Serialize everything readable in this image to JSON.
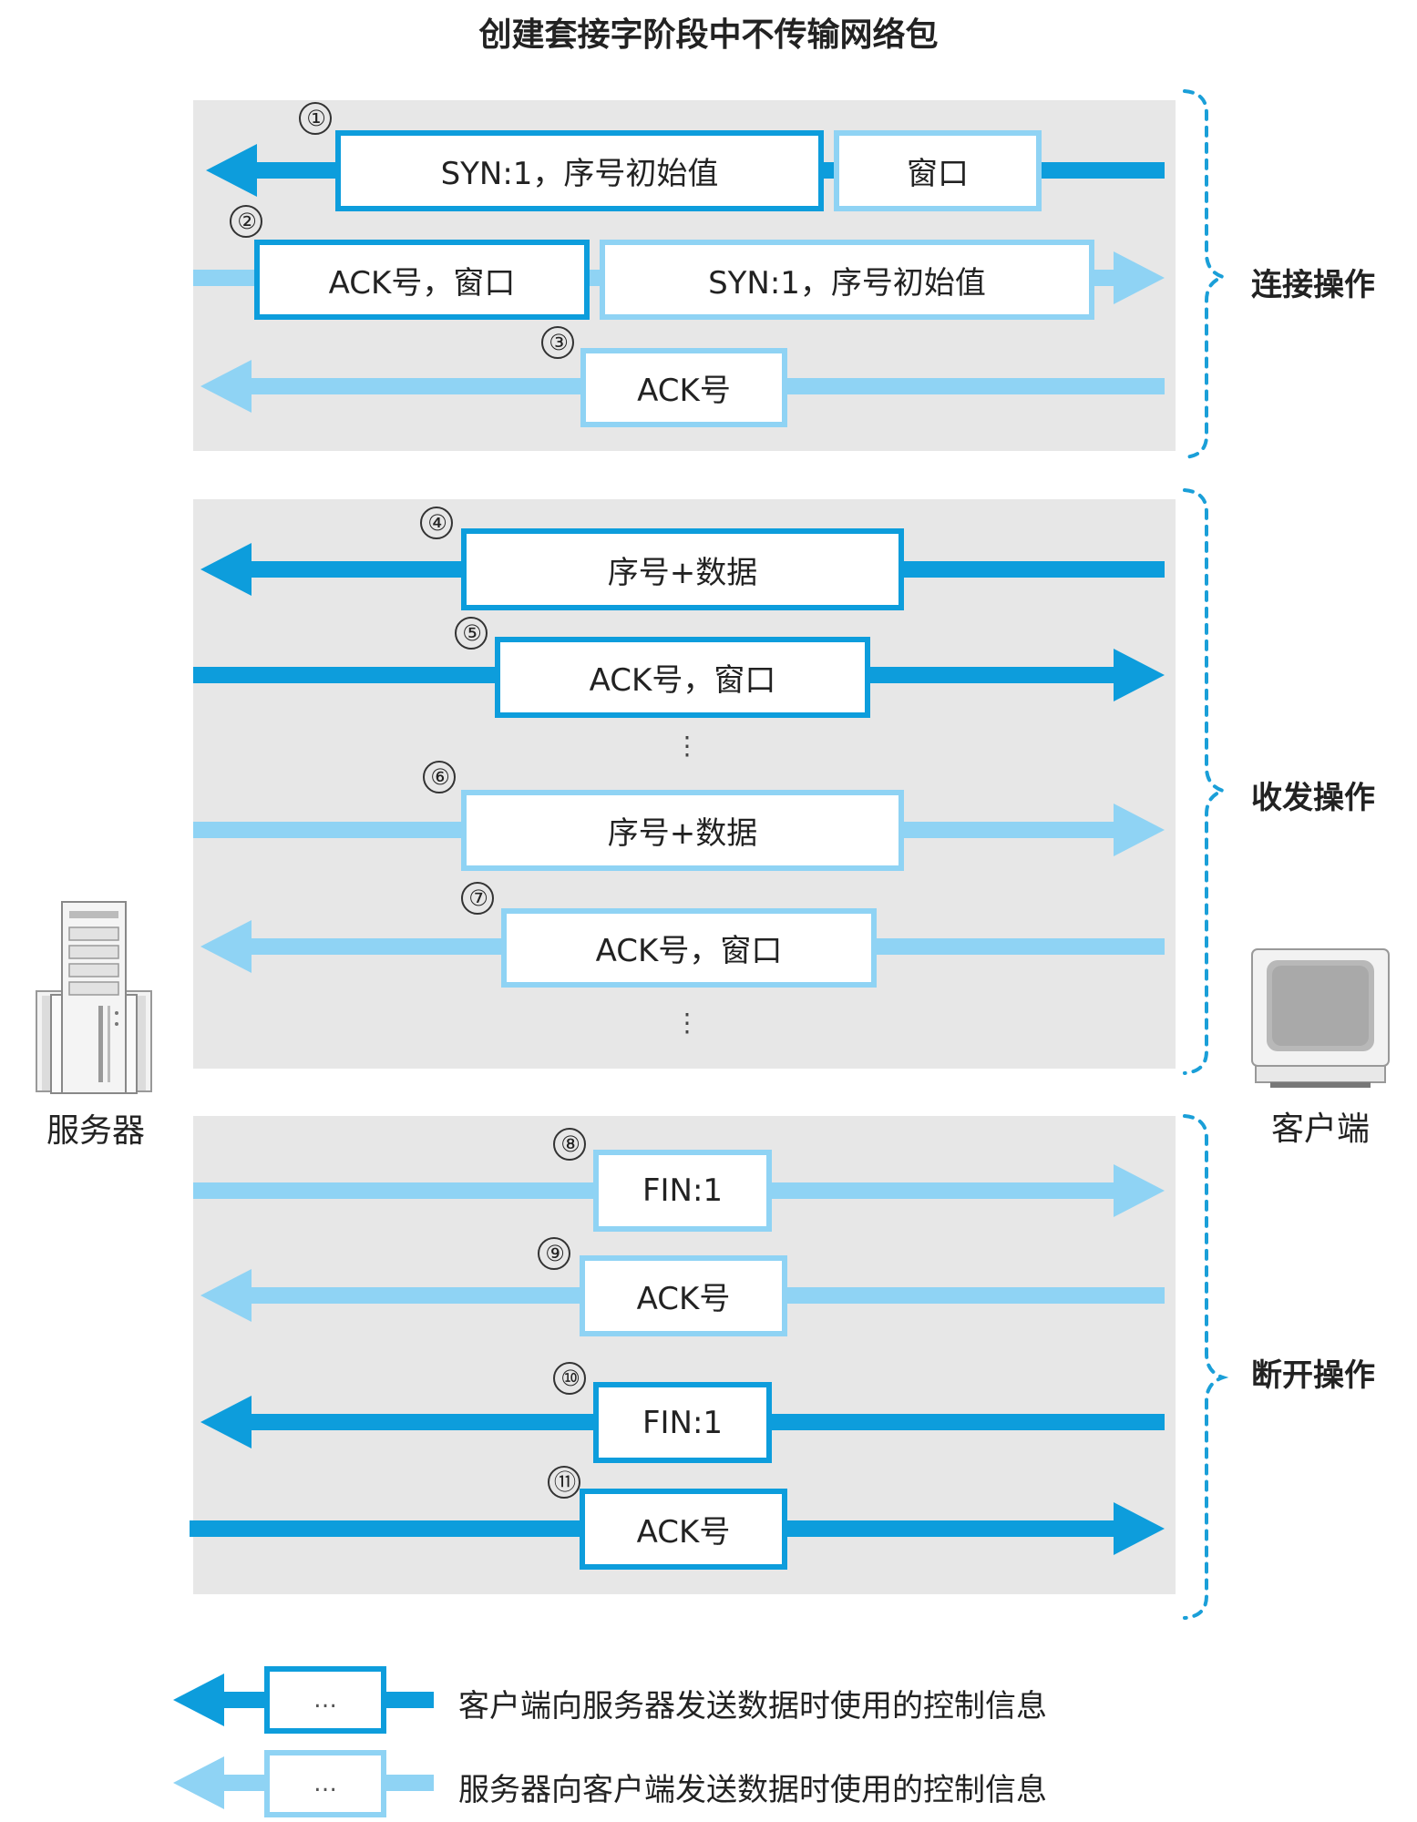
{
  "title": "创建套接字阶段中不传输网络包",
  "phases": {
    "connect": "连接操作",
    "transfer": "收发操作",
    "disconnect": "断开操作"
  },
  "devices": {
    "server": "服务器",
    "client": "客户端"
  },
  "messages": [
    {
      "num": "①",
      "boxes": [
        "SYN:1，序号初始值",
        "窗口"
      ]
    },
    {
      "num": "②",
      "boxes": [
        "ACK号，窗口",
        "SYN:1，序号初始值"
      ]
    },
    {
      "num": "③",
      "boxes": [
        "ACK号"
      ]
    },
    {
      "num": "④",
      "boxes": [
        "序号+数据"
      ]
    },
    {
      "num": "⑤",
      "boxes": [
        "ACK号，窗口"
      ]
    },
    {
      "num": "⑥",
      "boxes": [
        "序号+数据"
      ]
    },
    {
      "num": "⑦",
      "boxes": [
        "ACK号，窗口"
      ]
    },
    {
      "num": "⑧",
      "boxes": [
        "FIN:1"
      ]
    },
    {
      "num": "⑨",
      "boxes": [
        "ACK号"
      ]
    },
    {
      "num": "⑩",
      "boxes": [
        "FIN:1"
      ]
    },
    {
      "num": "⑪",
      "boxes": [
        "ACK号"
      ]
    }
  ],
  "ellipsis": "⋮",
  "legend": [
    {
      "box": "…",
      "text": "客户端向服务器发送数据时使用的控制信息"
    },
    {
      "box": "…",
      "text": "服务器向客户端发送数据时使用的控制信息"
    }
  ],
  "colors": {
    "dark_arrow": "#0d9ddc",
    "light_arrow": "#8fd3f4",
    "panel": "#e7e7e7",
    "brace": "#1a9fd8"
  }
}
